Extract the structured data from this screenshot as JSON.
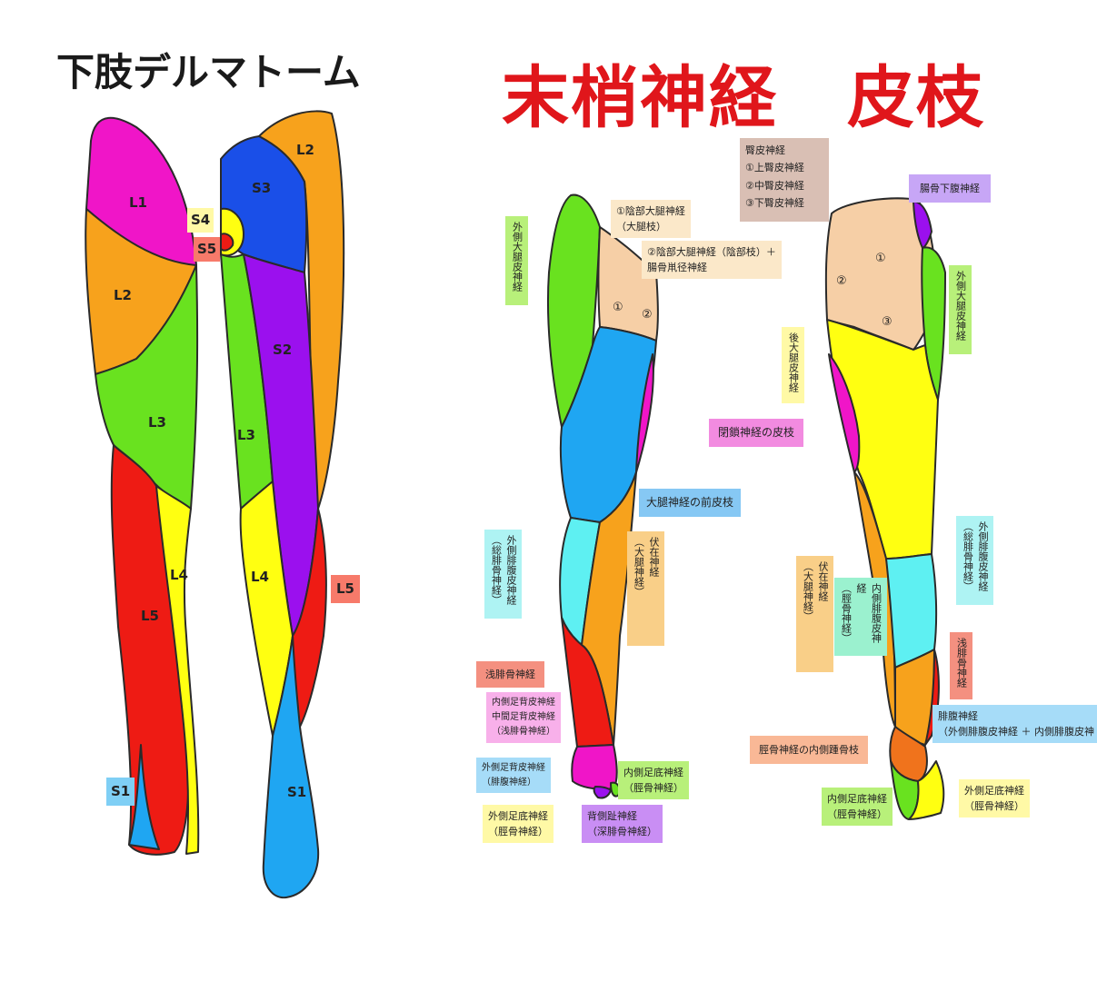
{
  "titles": {
    "dermatome": "下肢デルマトーム",
    "cutaneous": "末梢神経　皮枝"
  },
  "dermatome_labels": {
    "L1": "L1",
    "L2_front": "L2",
    "L3_front": "L3",
    "L4_front": "L4",
    "L5_front": "L5",
    "S1_front": "S1",
    "S4": "S4",
    "S5": "S5",
    "S3": "S3",
    "L2_back": "L2",
    "S2": "S2",
    "L3_back": "L3",
    "L4_back": "L4",
    "L5_back": "L5",
    "S1_back": "S1"
  },
  "nerve_labels": {
    "lateral_femoral_left": "外側大腿皮神経",
    "genitofemoral_1": "①陰部大腿神経",
    "genitofemoral_1b": "（大腿枝）",
    "genitofemoral_2": "②陰部大腿神経（陰部枝）＋",
    "genitofemoral_2b": "腸骨鼡径神経",
    "circle1": "①",
    "circle2": "②",
    "circle3": "③",
    "obturator": "閉鎖神経の皮枝",
    "femoral_anterior": "大腿神経の前皮枝",
    "lateral_sural_a": "外側腓腹皮神経",
    "lateral_sural_b": "（総腓骨神経）",
    "saphenous_a": "伏在神経",
    "saphenous_b": "（大腿神経）",
    "superficial_peroneal": "浅腓骨神経",
    "medial_dorsal_1": "内側足背皮神経",
    "medial_dorsal_2": "中間足背皮神経",
    "medial_dorsal_3": "（浅腓骨神経）",
    "lateral_dorsal_1": "外側足背皮神経",
    "lateral_dorsal_2": "（腓腹神経）",
    "medial_plantar_front_1": "内側足底神経",
    "medial_plantar_front_2": "（脛骨神経）",
    "lateral_plantar_front_1": "外側足底神経",
    "lateral_plantar_front_2": "（脛骨神経）",
    "dorsal_digital_1": "背側趾神経",
    "dorsal_digital_2": "（深腓骨神経）",
    "cluneal_title": "臀皮神経",
    "cluneal_1": "①上臀皮神経",
    "cluneal_2": "②中臀皮神経",
    "cluneal_3": "③下臀皮神経",
    "iliohypogastric": "腸骨下腹神経",
    "lateral_femoral_right": "外側大腿皮神経",
    "posterior_femoral": "後大腿皮神経",
    "saphenous_back_a": "伏在神経",
    "saphenous_back_b": "（大腿神経）",
    "medial_sural_a": "内側腓腹皮神経",
    "medial_sural_b": "（脛骨神経）",
    "lateral_sural_back_a": "外側腓腹皮神経",
    "lateral_sural_back_b": "（総腓骨神経）",
    "superficial_peroneal_back": "浅腓骨神経",
    "sural_1": "腓腹神経",
    "sural_2": "（外側腓腹皮神経 ＋ 内側腓腹皮神",
    "medial_calcaneal": "脛骨神経の内側踵骨枝",
    "medial_plantar_back_1": "内側足底神経",
    "medial_plantar_back_2": "（脛骨神経）",
    "lateral_plantar_back_1": "外側足底神経",
    "lateral_plantar_back_2": "（脛骨神経）"
  },
  "colors": {
    "magenta": "#f015c8",
    "orange": "#f7a21c",
    "green": "#69e21f",
    "red": "#ee1b14",
    "yellow": "#ffff11",
    "blue": "#1a4fe8",
    "purple": "#9b10ee",
    "sky": "#1fa6f2",
    "peach": "#f6cfa6",
    "cyan": "#5ef0f2",
    "title_red": "#e0161b"
  }
}
